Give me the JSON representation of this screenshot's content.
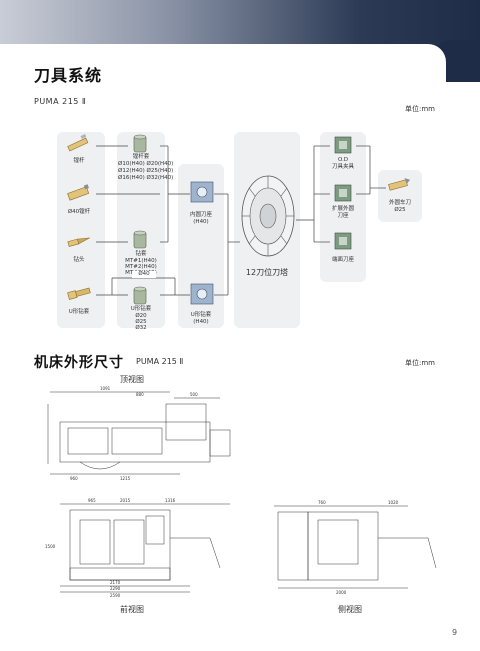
{
  "header": {
    "title": "刀具系统"
  },
  "tooling": {
    "model": "PUMA 215 Ⅱ",
    "unit": "单位:mm",
    "left_tools": [
      {
        "label": "镗杆"
      },
      {
        "label": "Ø40镗杆"
      },
      {
        "label": "钻头"
      },
      {
        "label": "U形钻套"
      }
    ],
    "sleeves": [
      {
        "label": "镗杆套",
        "sizes": [
          "Ø10(H40) Ø20(H40)",
          "Ø12(H40) Ø25(H40)",
          "Ø16(H40) Ø32(H40)"
        ]
      },
      {
        "label": "钻套",
        "sizes": [
          "MT#1(H40)",
          "MT#2(H40)",
          "MT#3(H40)"
        ]
      },
      {
        "label": "U形钻套",
        "sizes": [
          "Ø20",
          "Ø25",
          "Ø32"
        ]
      }
    ],
    "label_d40": "Ø40",
    "holders": [
      {
        "label": "内圆刀座",
        "sub": "(H40)"
      },
      {
        "label": "U形钻套",
        "sub": "(H40)"
      }
    ],
    "turret": {
      "label": "12刀位刀塔"
    },
    "right_holders": [
      {
        "label": "O.D",
        "sub": "刀具夹具"
      },
      {
        "label": "扩展外圆",
        "sub": "刀座"
      },
      {
        "label": "端面刀座",
        "sub": ""
      }
    ],
    "od_tool": {
      "label": "外圆车刀",
      "sub": "Ø25"
    }
  },
  "dimensions": {
    "title": "机床外形尺寸",
    "model": "PUMA 215 Ⅱ",
    "unit": "单位:mm",
    "top_view": "顶视图",
    "front_view": "前视图",
    "side_view": "侧视图",
    "dims_top": [
      "1091",
      "880",
      "500",
      "1215",
      "960"
    ],
    "dims_front": [
      "965",
      "2015",
      "1316",
      "2170",
      "2290",
      "2590",
      "1500"
    ],
    "dims_side": [
      "760",
      "1020",
      "2000"
    ]
  },
  "page_number": "9"
}
